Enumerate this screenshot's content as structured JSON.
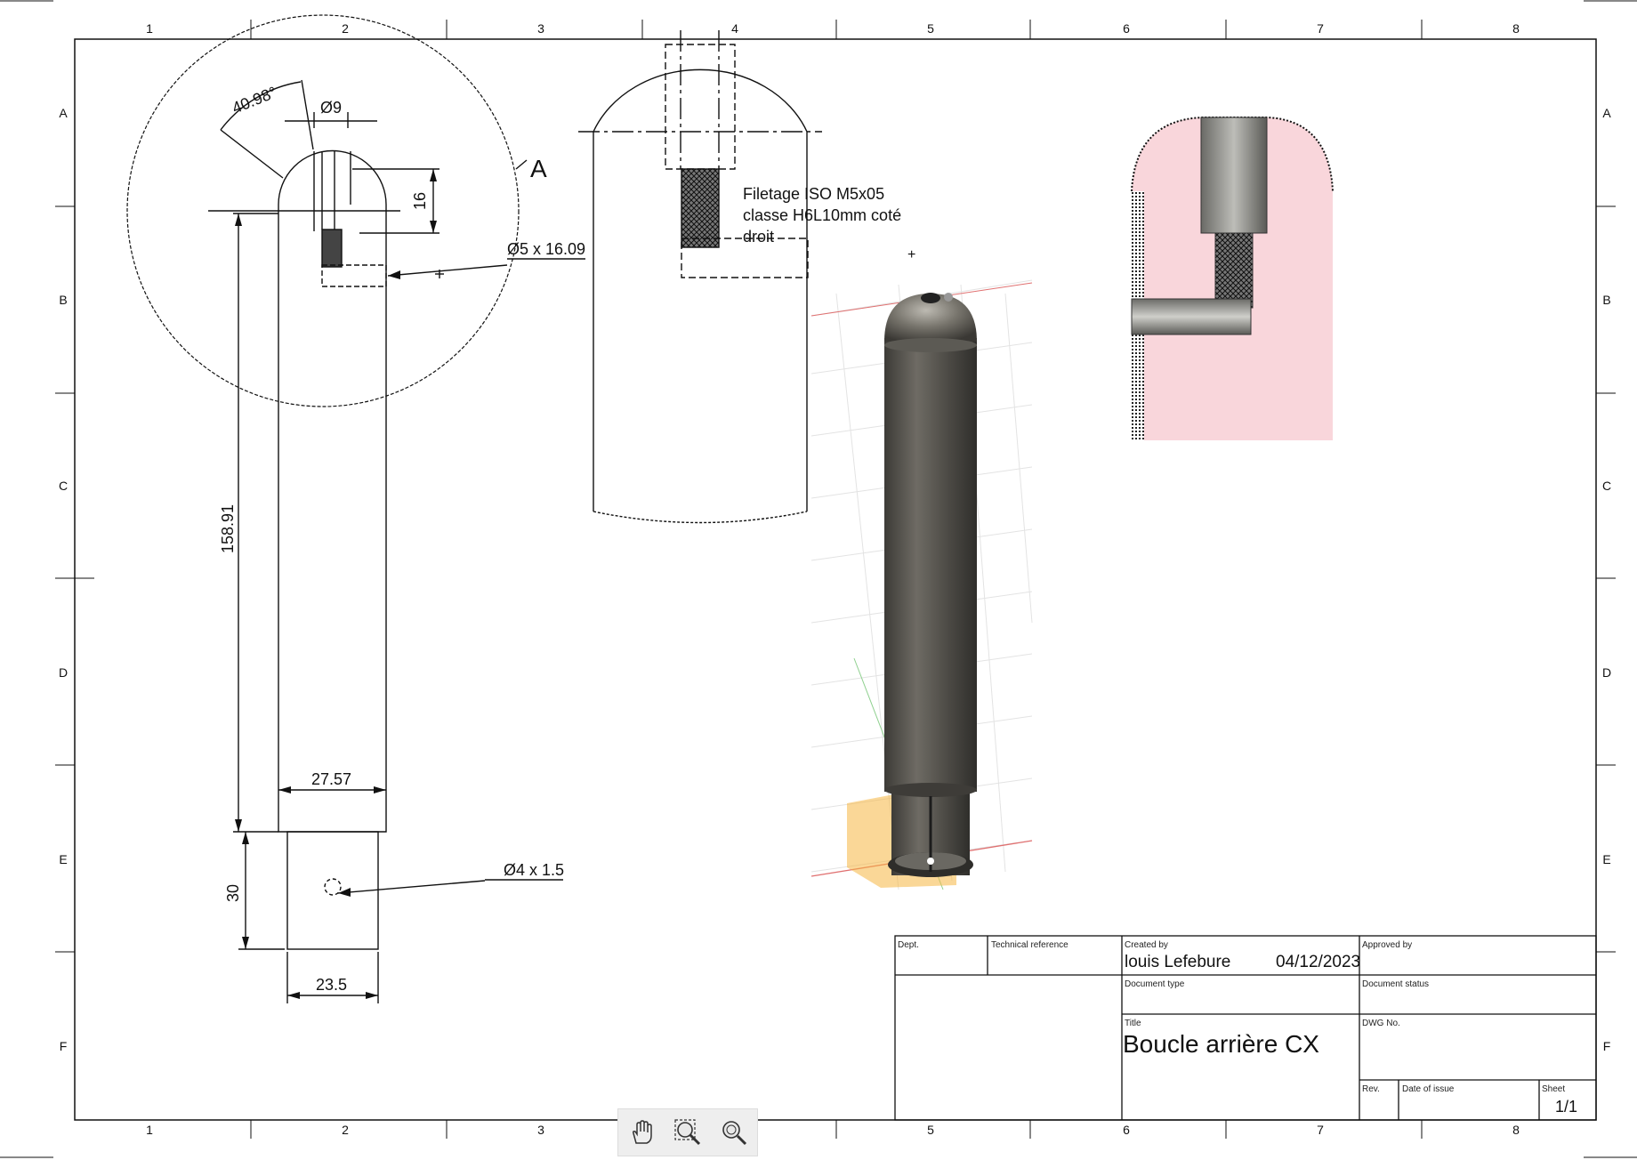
{
  "sheet": {
    "column_labels": [
      "1",
      "2",
      "3",
      "4",
      "5",
      "6",
      "7",
      "8"
    ],
    "row_labels": [
      "A",
      "B",
      "C",
      "D",
      "E",
      "F"
    ]
  },
  "dimensions": {
    "angle": "40.98°",
    "dia_top": "Ø9",
    "head_length": "16",
    "thread": "Ø5 x 16.09",
    "total_length": "158.91",
    "body_width": "27.57",
    "end_length": "30",
    "hole": "Ø4 x 1.5",
    "end_width": "23.5",
    "detail_label": "A"
  },
  "annotation": {
    "thread_note": "Filetage ISO M5x05\nclasse H6L10mm coté\ndroit"
  },
  "title_block": {
    "dept_label": "Dept.",
    "techref_label": "Technical reference",
    "created_label": "Created by",
    "created_value": "louis Lefebure",
    "date_value": "04/12/2023",
    "approved_label": "Approved by",
    "doctype_label": "Document type",
    "docstatus_label": "Document status",
    "title_label": "Title",
    "title_value": "Boucle arrière CX",
    "dwg_label": "DWG No.",
    "rev_label": "Rev.",
    "date_issue_label": "Date of issue",
    "sheet_label": "Sheet",
    "sheet_value": "1/1"
  },
  "toolbar": {
    "tools": [
      "pan-tool-icon",
      "zoom-window-icon",
      "zoom-icon"
    ]
  },
  "colors": {
    "line": "#111111",
    "section_fill": "#f9d6db",
    "model_body": "#55524c",
    "model_accent": "#f5b642"
  }
}
